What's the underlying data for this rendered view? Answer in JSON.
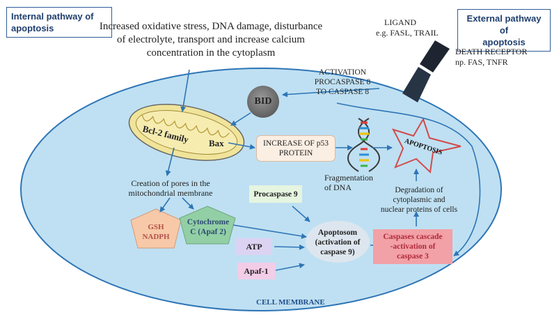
{
  "titles": {
    "internal": [
      "Internal pathway of",
      "apoptosis"
    ],
    "external": [
      "External pathway of",
      "apoptosis"
    ]
  },
  "stress_text": [
    "Increased oxidative stress, DNA damage, disturbance",
    "of electrolyte, transport and increase calcium",
    "concentration in the cytoplasm"
  ],
  "ligand": {
    "title": "LIGAND",
    "examples": "e.g. FASL, TRAIL"
  },
  "death_receptor": {
    "title": "DEATH RECEPTOR",
    "examples": "np. FAS, TNFR"
  },
  "activation": [
    "ACTIVATION",
    "PROCASPASE 8",
    "TO CASPASE 8"
  ],
  "bid": "BID",
  "mito": {
    "bcl2": "Bcl-2 family",
    "bax": "Bax"
  },
  "p53": [
    "INCREASE OF p53",
    "PROTEIN"
  ],
  "apoptosis": "APOPTOSIS",
  "dna_frag": [
    "Fragmentation",
    "of DNA"
  ],
  "pores": [
    "Creation of pores in the",
    "mitochondrial membrane"
  ],
  "gsh": [
    "GSH",
    "NADPH"
  ],
  "cytochrome": [
    "Cytochrome",
    "C (Apaf 2)"
  ],
  "procaspase9": "Procaspase 9",
  "degradation": [
    "Degradation  of",
    "cytoplasmic and",
    "nuclear proteins of cells"
  ],
  "apoptosom": [
    "Apoptosom",
    "(activation of",
    "caspase 9)"
  ],
  "caspases": [
    "Caspases cascade",
    "-activation of",
    "caspase 3"
  ],
  "atp": "ATP",
  "apaf1": "Apaf-1",
  "cell_membrane": "CELL MEMBRANE",
  "colors": {
    "cell_fill": "#bfe0f2",
    "cell_stroke": "#2e75b6",
    "arrow": "#2e75b6",
    "mito": "#f0e49a",
    "gsh": "#f8c9a8",
    "cytochrome": "#93cfa5",
    "procaspase": "#e6f5e0",
    "atp": "#dcd3f3",
    "apaf1": "#f3cde8",
    "caspases": "#f2a1a6",
    "apoptosom": "#dde6ee",
    "p53": "#fbeee2",
    "bid": "#808080"
  }
}
